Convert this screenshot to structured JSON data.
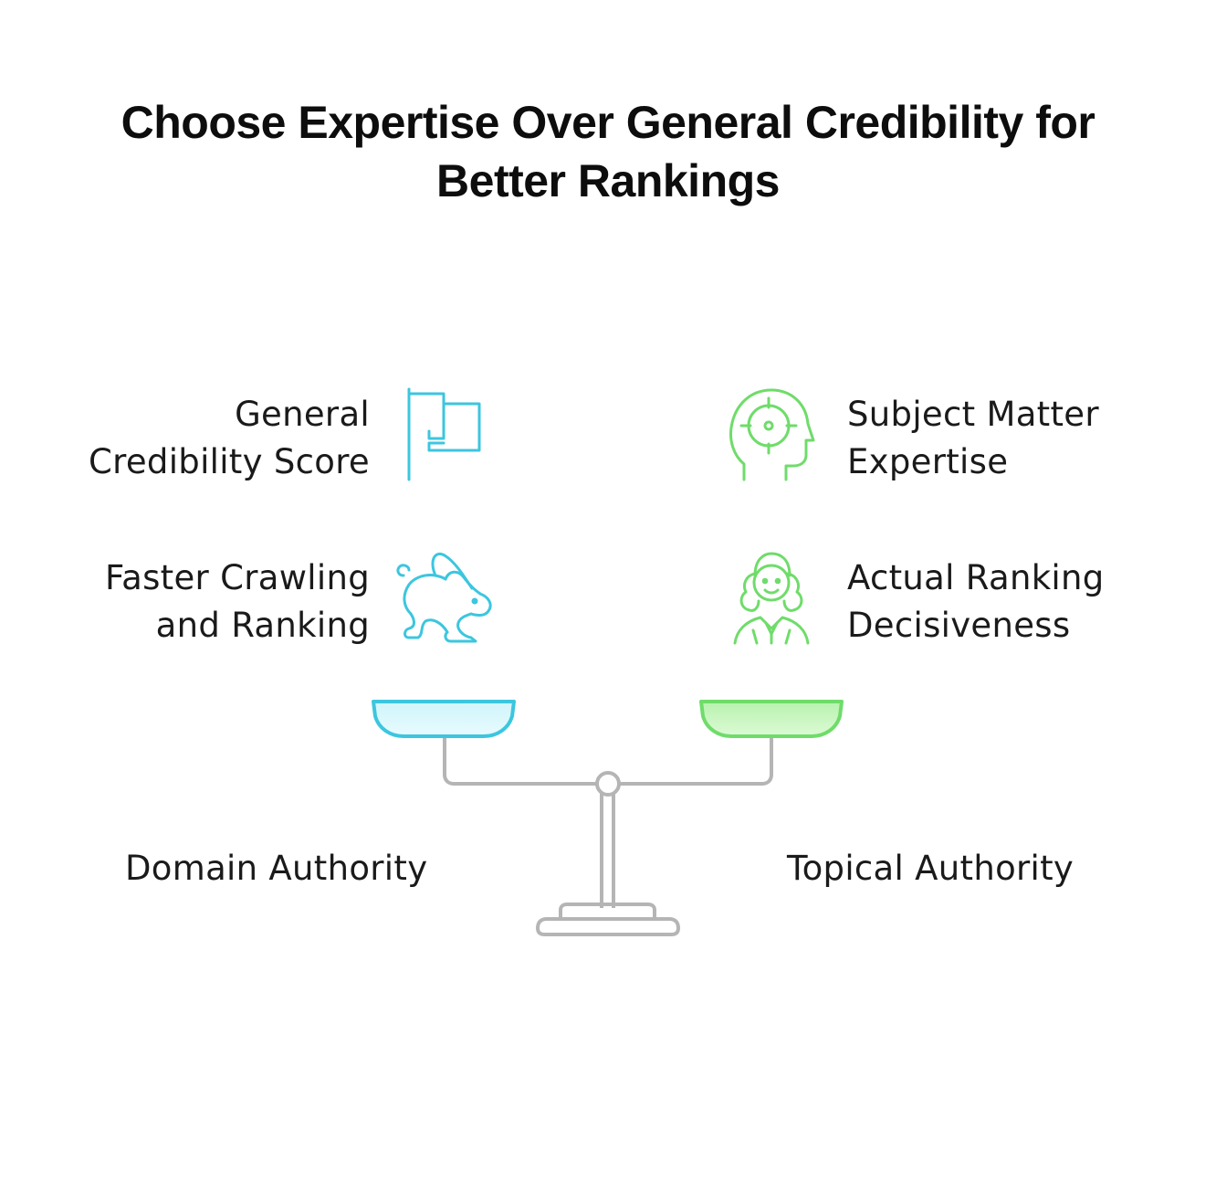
{
  "title": {
    "line1": "Choose Expertise Over General Credibility for",
    "line2": "Better Rankings"
  },
  "left_side": {
    "items": [
      {
        "line1": "General",
        "line2": "Credibility Score",
        "icon": "flag-icon"
      },
      {
        "line1": "Faster Crawling",
        "line2": "and Ranking",
        "icon": "rabbit-icon"
      }
    ],
    "label": "Domain Authority",
    "color": "#3cc6df"
  },
  "right_side": {
    "items": [
      {
        "line1": "Subject Matter",
        "line2": "Expertise",
        "icon": "head-target-icon"
      },
      {
        "line1": "Actual Ranking",
        "line2": "Decisiveness",
        "icon": "judge-icon"
      }
    ],
    "label": "Topical Authority",
    "color": "#6fdc6a"
  },
  "scale": {
    "icon": "balance-scale-icon",
    "color": "#b5b5b5"
  }
}
